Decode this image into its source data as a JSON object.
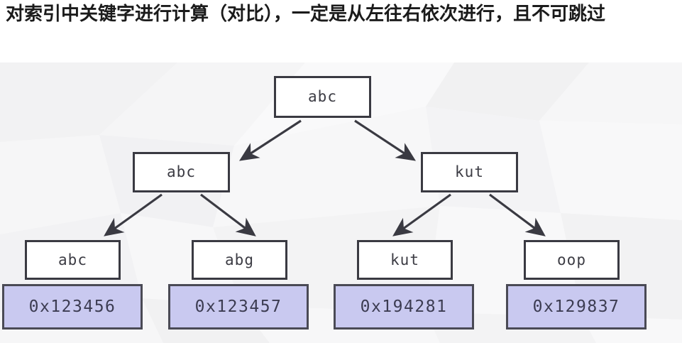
{
  "slide": {
    "title_line1": "对索引中关键字进行计算（对比），一定是从左往右依次进行，",
    "title_line2": "且不可跳过",
    "title_full": "对索引中关键字进行计算（对比），一定是从左往右依次进行，且不可跳过",
    "background_color": "#f7f7f8",
    "title_band_color": "#ffffff"
  },
  "colors": {
    "node_fill": "#ffffff",
    "node_border": "#3a3a42",
    "address_fill": "#c9c9f0",
    "address_border": "#4a4a55",
    "text": "#3c3c44",
    "arrow": "#3a3a42"
  },
  "tree": {
    "root": {
      "key": "abc"
    },
    "level2": [
      {
        "key": "abc"
      },
      {
        "key": "kut"
      }
    ],
    "leaves": [
      {
        "key": "abc",
        "address": "0x123456"
      },
      {
        "key": "abg",
        "address": "0x123457"
      },
      {
        "key": "kut",
        "address": "0x194281"
      },
      {
        "key": "oop",
        "address": "0x129837"
      }
    ]
  },
  "arrows": {
    "count": 6,
    "labels": [
      "root-to-left-child",
      "root-to-right-child",
      "left-child-to-leaf-1",
      "left-child-to-leaf-2",
      "right-child-to-leaf-3",
      "right-child-to-leaf-4"
    ]
  }
}
